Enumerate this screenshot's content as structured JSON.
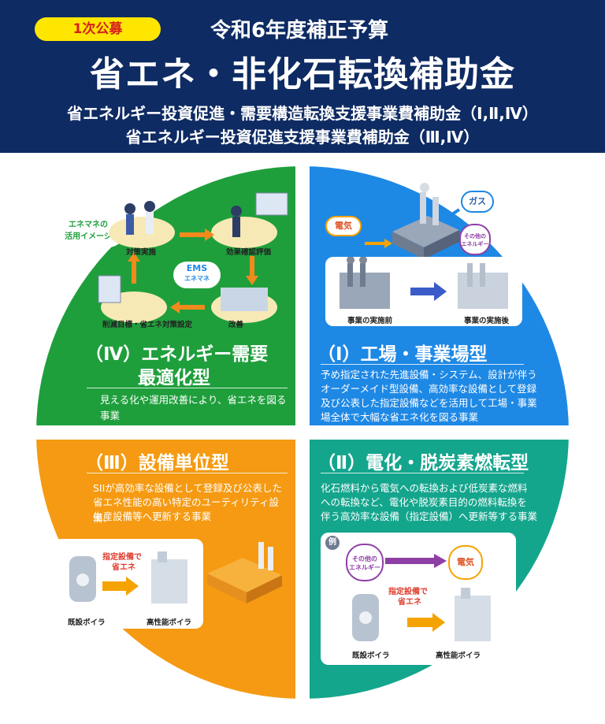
{
  "header": {
    "badge": "1次公募",
    "budget_label": "令和6年度補正予算",
    "title": "省エネ・非化石転換補助金",
    "subsidy_line1": "省エネルギー投資促進・需要構造転換支援事業費補助金（Ⅰ,Ⅱ,Ⅳ）",
    "subsidy_line2": "省エネルギー投資促進支援事業費補助金（Ⅲ,Ⅳ）"
  },
  "colors": {
    "navy": "#0e2b63",
    "badge_yellow": "#ffe600",
    "badge_red": "#d61f1f",
    "green": "#1f9f3c",
    "blue": "#1e88e5",
    "orange": "#f59a12",
    "teal": "#14a58d",
    "arrow_purple": "#8e3fa6",
    "arrow_orange": "#f5a300"
  },
  "quadrants": {
    "iv": {
      "title_line1": "（Ⅳ）エネルギー需要",
      "title_line2": "最適化型",
      "desc": "見える化や運用改善により、省エネを図る事業",
      "bubble_line1": "エネマネの",
      "bubble_line2": "活用イメージ",
      "ems_logo": "EMS",
      "ems_sub": "エネマネ",
      "steps": [
        "対策実施",
        "効果確認評価",
        "改善",
        "削減目標・省エネ対策設定"
      ]
    },
    "i": {
      "title": "（Ⅰ）工場・事業場型",
      "desc_lines": [
        "予め指定された先進設備・システム、設計が伴う",
        "オーダーメイド型設備、高効率な設備として登録",
        "及び公表した指定設備などを活用して工場・事業",
        "場全体で大幅な省エネ化を図る事業"
      ],
      "inputs": [
        "電気",
        "ガス",
        "その他の",
        "エネルギー"
      ],
      "before_label": "事業の実施前",
      "after_label": "事業の実施後"
    },
    "iii": {
      "title": "（Ⅲ）設備単位型",
      "desc_lines": [
        "SIIが高効率な設備として登録及び公表した",
        "省エネ性能の高い特定のユーティリティ設備、",
        "生産設備等へ更新する事業"
      ],
      "arrow_label_line1": "指定設備で",
      "arrow_label_line2": "省エネ",
      "old_boiler": "既設ボイラ",
      "new_boiler": "高性能ボイラ"
    },
    "ii": {
      "title": "（Ⅱ）電化・脱炭素燃転型",
      "desc_lines": [
        "化石燃料から電気への転換および低炭素な燃料",
        "への転換など、電化や脱炭素目的の燃料転換を",
        "伴う高効率な設備（指定設備）へ更新等する事業"
      ],
      "example_tag": "例",
      "from_line1": "その他の",
      "from_line2": "エネルギー",
      "to": "電気",
      "arrow_label_line1": "指定設備で",
      "arrow_label_line2": "省エネ",
      "old_boiler": "既設ボイラ",
      "new_boiler": "高性能ボイラ"
    }
  }
}
